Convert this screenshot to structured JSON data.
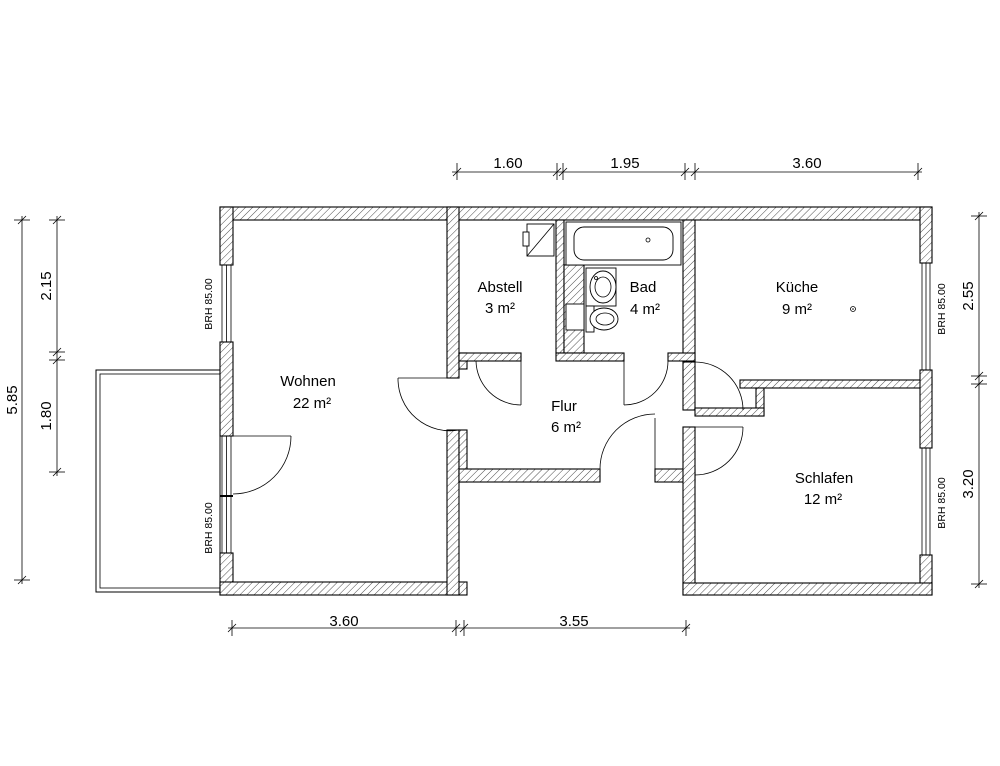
{
  "rooms": {
    "wohnen": {
      "name": "Wohnen",
      "area": "22 m²"
    },
    "abstell": {
      "name": "Abstell",
      "area": "3 m²"
    },
    "bad": {
      "name": "Bad",
      "area": "4 m²"
    },
    "kueche": {
      "name": "Küche",
      "area": "9 m²"
    },
    "flur": {
      "name": "Flur",
      "area": "6 m²"
    },
    "schlafen": {
      "name": "Schlafen",
      "area": "12 m²"
    }
  },
  "dimensions": {
    "top": [
      "1.60",
      "1.95",
      "3.60"
    ],
    "bottom": [
      "3.60",
      "3.55"
    ],
    "left_total": "5.85",
    "left_parts": [
      "2.15",
      "1.80"
    ],
    "right": [
      "2.55",
      "3.20"
    ]
  },
  "window_labels": {
    "wohnen_upper": "BRH 85.00",
    "wohnen_lower": "BRH 85.00",
    "kueche": "BRH 85.00",
    "schlafen": "BRH 85.00"
  },
  "colors": {
    "line": "#000000",
    "background": "#ffffff"
  }
}
